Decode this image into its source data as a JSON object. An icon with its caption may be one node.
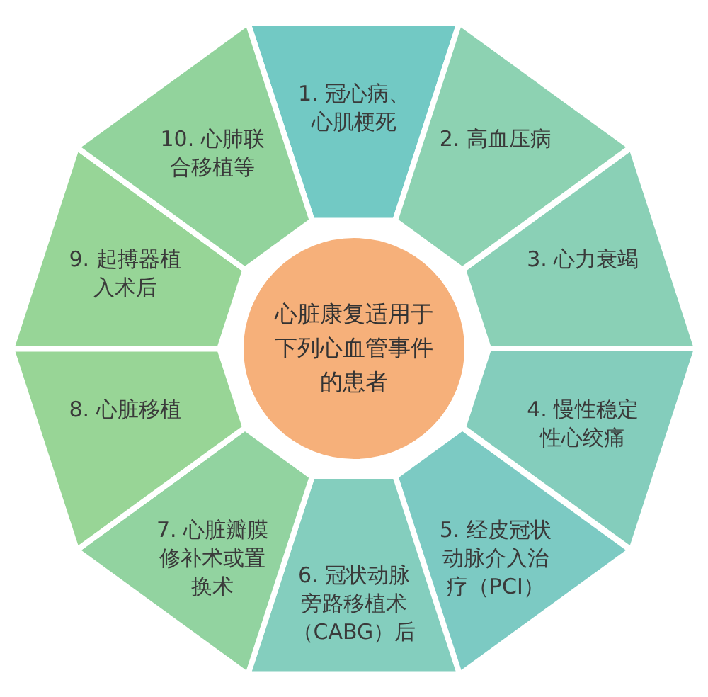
{
  "diagram": {
    "nodes": [
      {
        "text": [
          "心脏康复适用于下列心血管事件的患者"
        ]
      },
      {
        "text": [
          "1. 冠心病、心肌梗死"
        ]
      },
      {
        "text": [
          "2. 高血压病"
        ]
      },
      {
        "text": [
          "3. 心力衰竭"
        ]
      },
      {
        "text": [
          "4. 慢性稳定性心绞痛"
        ]
      },
      {
        "text": [
          "5. 经皮冠状动脉介入治疗（PCI）"
        ]
      },
      {
        "text": [
          "6. 冠状动脉旁路移植术（CABG）后"
        ]
      },
      {
        "text": [
          "7. 心脏瓣膜修补术或置换术"
        ]
      },
      {
        "text": [
          "8. 心脏移植"
        ]
      },
      {
        "text": [
          "9. 起搏器植入术后"
        ]
      },
      {
        "text": [
          "10. 心肺联合移植等"
        ]
      }
    ]
  }
}
